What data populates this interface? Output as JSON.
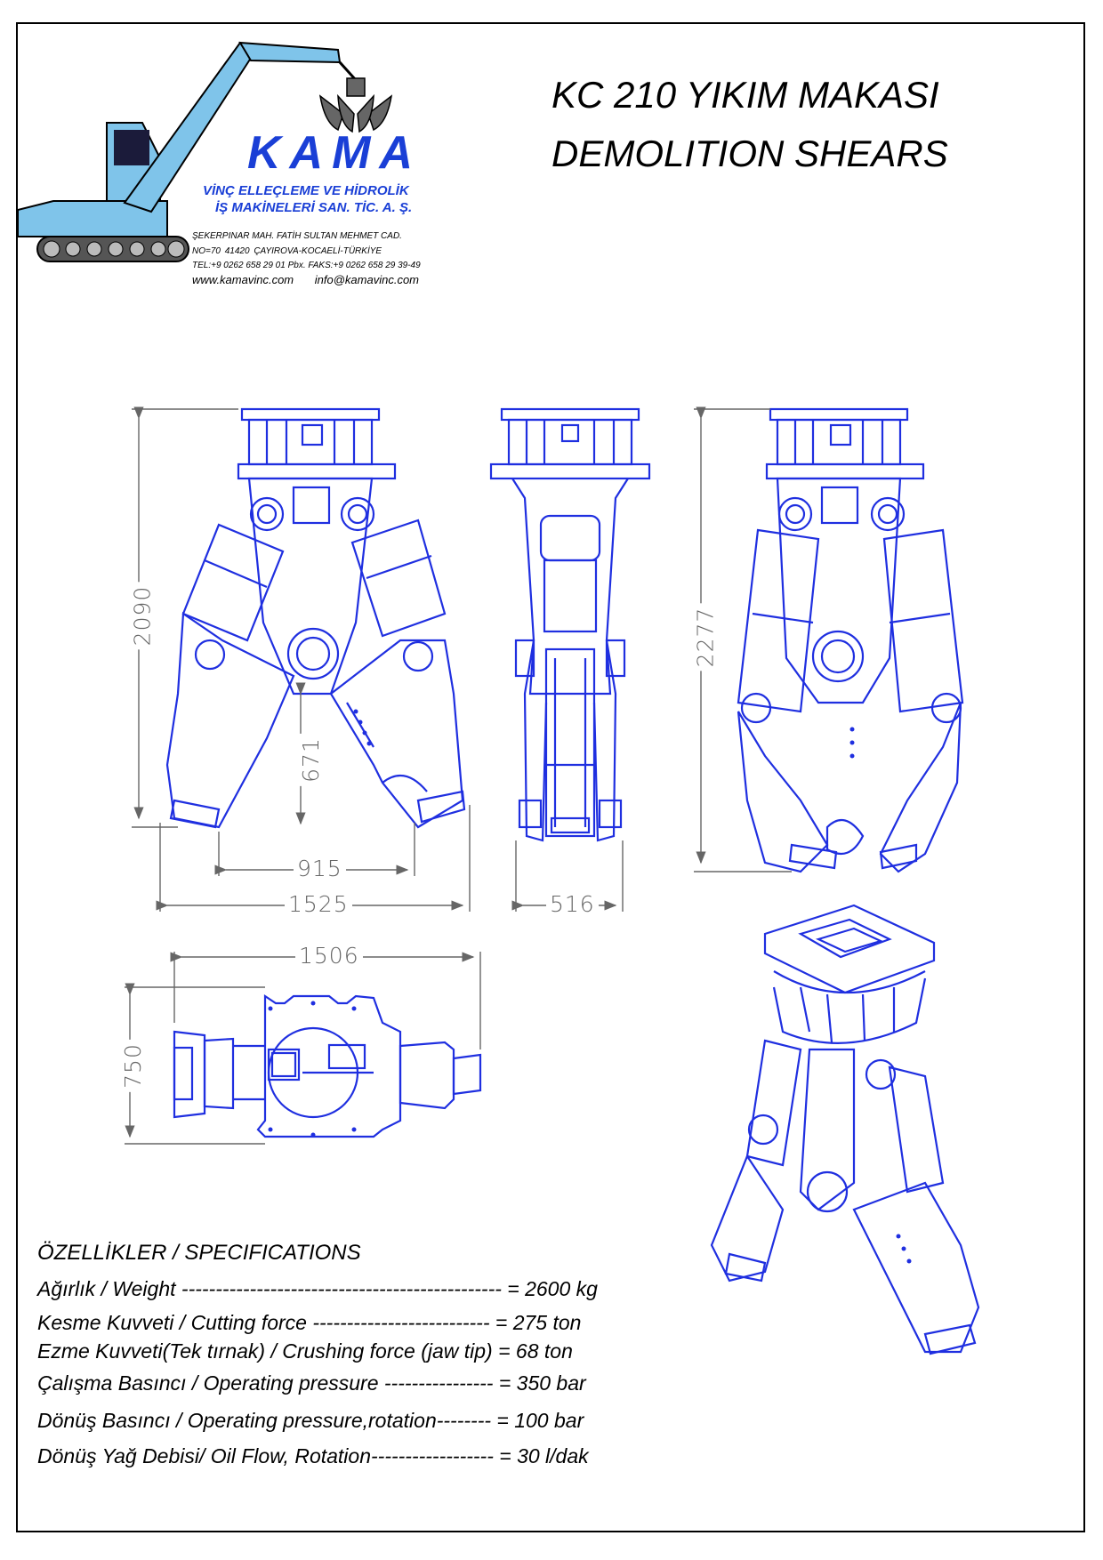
{
  "header": {
    "brand": "KAMA",
    "company_line1": "VİNÇ ELLEÇLEME VE HİDROLİK",
    "company_line2": "İŞ MAKİNELERİ SAN. TİC. A. Ş.",
    "address_line1": "ŞEKERPINAR MAH. FATİH SULTAN MEHMET CAD.",
    "address_line2": "NO=70        41420 ÇAYIROVA-KOCAELİ-TÜRKİYE",
    "address_line3": "TEL:+9 0262 658 29 01 Pbx. FAKS:+9 0262 658 29 39-49",
    "website": "www.kamavinc.com",
    "email": "info@kamavinc.com",
    "colors": {
      "brand_blue": "#1a3fd6",
      "drawing_blue": "#1f2fe0",
      "machine_cyan": "#7fc4ea"
    }
  },
  "title": {
    "line1": "KC 210 YIKIM MAKASI",
    "line2": "DEMOLITION SHEARS"
  },
  "dimensions": {
    "front_height": "2090",
    "jaw_depth": "671",
    "jaw_opening": "915",
    "front_width": "1525",
    "side_width": "516",
    "open_height": "2277",
    "top_width": "1506",
    "top_depth": "750"
  },
  "specifications": {
    "title": "ÖZELLİKLER / SPECIFICATIONS",
    "rows": [
      {
        "label": "Ağırlık / Weight ----------------------------------------------- = 2600 kg"
      },
      {
        "label": "Kesme Kuvveti / Cutting force --------------------------   = 275 ton"
      },
      {
        "label": "Ezme Kuvveti(Tek tırnak) / Crushing force (jaw tip)  = 68 ton"
      },
      {
        "label": "Çalışma Basıncı / Operating pressure ----------------  = 350 bar"
      },
      {
        "label": "Dönüş Basıncı /  Operating pressure,rotation-------- = 100 bar"
      },
      {
        "label": "Dönüş Yağ Debisi/ Oil Flow, Rotation------------------ = 30 l/dak"
      }
    ]
  }
}
